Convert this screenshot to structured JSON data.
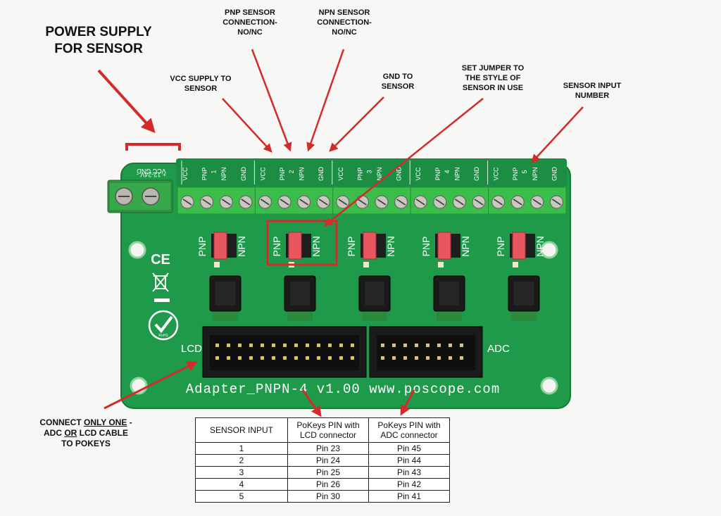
{
  "labels": {
    "power_supply": [
      "POWER SUPPLY",
      "FOR SENSOR"
    ],
    "vcc_supply": [
      "VCC SUPPLY TO",
      "SENSOR"
    ],
    "pnp_connection": [
      "PNP SENSOR",
      "CONNECTION-",
      "NO/NC"
    ],
    "npn_connection": [
      "NPN SENSOR",
      "CONNECTION-",
      "NO/NC"
    ],
    "gnd_to_sensor": [
      "GND TO",
      "SENSOR"
    ],
    "set_jumper": [
      "SET JUMPER TO",
      "THE STYLE OF",
      "SENSOR IN USE"
    ],
    "sensor_input_number": [
      "SENSOR INPUT",
      "NUMBER"
    ],
    "connect_only_one": {
      "prefix": "CONNECT ",
      "emph1": "ONLY ONE",
      "suffix1": " -",
      "line2_a": "ADC ",
      "emph2": "OR",
      "line2_b": " LCD CABLE",
      "line3": "TO POKEYS"
    }
  },
  "board": {
    "silkscreen": "Adapter_PNPN-4 v1.00 www.poscope.com",
    "lcd_label": "LCD",
    "adc_label": "ADC",
    "power_terminal_text": [
      "VCC  GND",
      "+  12-24V  -"
    ],
    "terminal_groups": [
      {
        "number": "1",
        "pins": [
          "VCC",
          "PNP",
          "NPN",
          "GND"
        ]
      },
      {
        "number": "2",
        "pins": [
          "VCC",
          "PNP",
          "NPN",
          "GND"
        ]
      },
      {
        "number": "3",
        "pins": [
          "VCC",
          "PNP",
          "NPN",
          "GND"
        ]
      },
      {
        "number": "4",
        "pins": [
          "VCC",
          "PNP",
          "NPN",
          "GND"
        ]
      },
      {
        "number": "5",
        "pins": [
          "VCC",
          "PNP",
          "NPN",
          "GND"
        ]
      }
    ],
    "jumper_labels": [
      "PNP",
      "NPN"
    ],
    "ce_mark": "CE",
    "rohs_mark": "RoHS"
  },
  "table": {
    "headers": [
      "SENSOR INPUT",
      "PoKeys PIN with LCD connector",
      "PoKeys PIN with ADC connector"
    ],
    "rows": [
      [
        "1",
        "Pin 23",
        "Pin 45"
      ],
      [
        "2",
        "Pin 24",
        "Pin 44"
      ],
      [
        "3",
        "Pin 25",
        "Pin 43"
      ],
      [
        "4",
        "Pin 26",
        "Pin 42"
      ],
      [
        "5",
        "Pin 30",
        "Pin 41"
      ]
    ]
  },
  "colors": {
    "pcb": "#1f9a4a",
    "pcb_dark": "#157a38",
    "terminal": "#3bbd4a",
    "jumper": "#e8575f",
    "arrow": "#d42a2a",
    "connector": "#1b1b1b"
  }
}
